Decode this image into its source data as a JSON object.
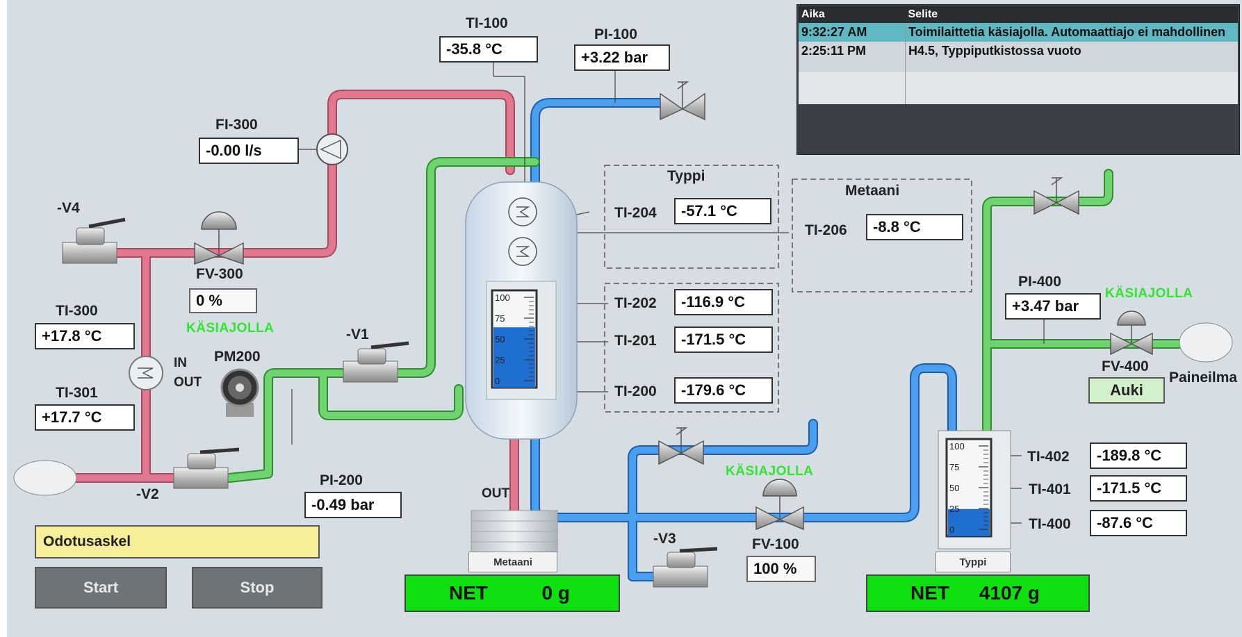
{
  "alarm_list": {
    "columns": [
      "Aika",
      "Selite"
    ],
    "rows": [
      {
        "time": "9:32:27 AM",
        "text": "Toimilaittetia käsiajolla. Automaattiajo ei mahdollinen"
      },
      {
        "time": "2:25:11 PM",
        "text": "H4.5, Typpiputkistossa vuoto"
      }
    ]
  },
  "instruments": {
    "ti100": {
      "tag": "TI-100",
      "value": "-35.8 °C"
    },
    "pi100": {
      "tag": "PI-100",
      "value": "+3.22 bar"
    },
    "fi300": {
      "tag": "FI-300",
      "value": "-0.00 l/s"
    },
    "ti204": {
      "tag": "TI-204",
      "value": "-57.1 °C"
    },
    "ti206": {
      "tag": "TI-206",
      "value": "-8.8 °C"
    },
    "ti202": {
      "tag": "TI-202",
      "value": "-116.9 °C"
    },
    "ti201": {
      "tag": "TI-201",
      "value": "-171.5 °C"
    },
    "ti200": {
      "tag": "TI-200",
      "value": "-179.6 °C"
    },
    "ti300": {
      "tag": "TI-300",
      "value": "+17.8 °C"
    },
    "ti301": {
      "tag": "TI-301",
      "value": "+17.7 °C"
    },
    "pi200": {
      "tag": "PI-200",
      "value": "-0.49 bar"
    },
    "pi400": {
      "tag": "PI-400",
      "value": "+3.47 bar"
    },
    "ti402": {
      "tag": "TI-402",
      "value": "-189.8 °C"
    },
    "ti401": {
      "tag": "TI-401",
      "value": "-171.5 °C"
    },
    "ti400": {
      "tag": "TI-400",
      "value": "-87.6 °C"
    }
  },
  "groups": {
    "typpi": "Typpi",
    "metaani": "Metaani"
  },
  "valves": {
    "v1": "-V1",
    "v2": "-V2",
    "v3": "-V3",
    "v4": "-V4",
    "fv300": {
      "tag": "FV-300",
      "value": "0 %",
      "mode": "KÄSIAJOLLA"
    },
    "fv100": {
      "tag": "FV-100",
      "value": "100 %",
      "mode": "KÄSIAJOLLA"
    },
    "fv400": {
      "tag": "FV-400",
      "value": "Auki",
      "mode": "KÄSIAJOLLA"
    }
  },
  "pump": {
    "tag": "PM200"
  },
  "heat_exchanger": {
    "in": "IN",
    "out": "OUT"
  },
  "out_label": "OUT",
  "paineilma": "Paineilma",
  "tank_scale": [
    "100",
    "75",
    "50",
    "25",
    "0"
  ],
  "tank_levels": {
    "reactor": 0.62,
    "typpi": 0.28
  },
  "scales": {
    "metaani": {
      "name": "Metaani",
      "net_label": "NET",
      "net_value": "0 g"
    },
    "typpi": {
      "name": "Typpi",
      "net_label": "NET",
      "net_value": "4107 g"
    }
  },
  "controls": {
    "step": "Odotusaskel",
    "start": "Start",
    "stop": "Stop"
  },
  "colors": {
    "hot_pipe": "#d9607a",
    "cold_pipe": "#3d8fe0",
    "green_pipe": "#5ac85a",
    "manual_mode": "#2ee62e",
    "net_ok": "#0fe00f"
  }
}
